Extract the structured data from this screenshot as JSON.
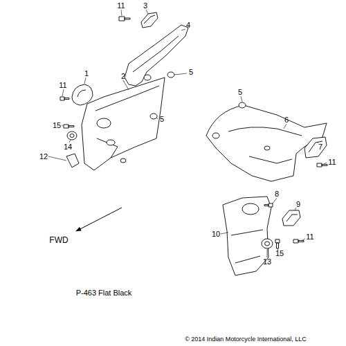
{
  "diagram": {
    "labels": [
      "11",
      "3",
      "4",
      "5",
      "11",
      "1",
      "2",
      "5",
      "15",
      "14",
      "12",
      "5",
      "6",
      "7",
      "11",
      "8",
      "9",
      "10",
      "11",
      "13",
      "15",
      "FWD",
      "P-463  Flat Black",
      "© 2014 Indian Motorcycle International, LLC"
    ]
  }
}
